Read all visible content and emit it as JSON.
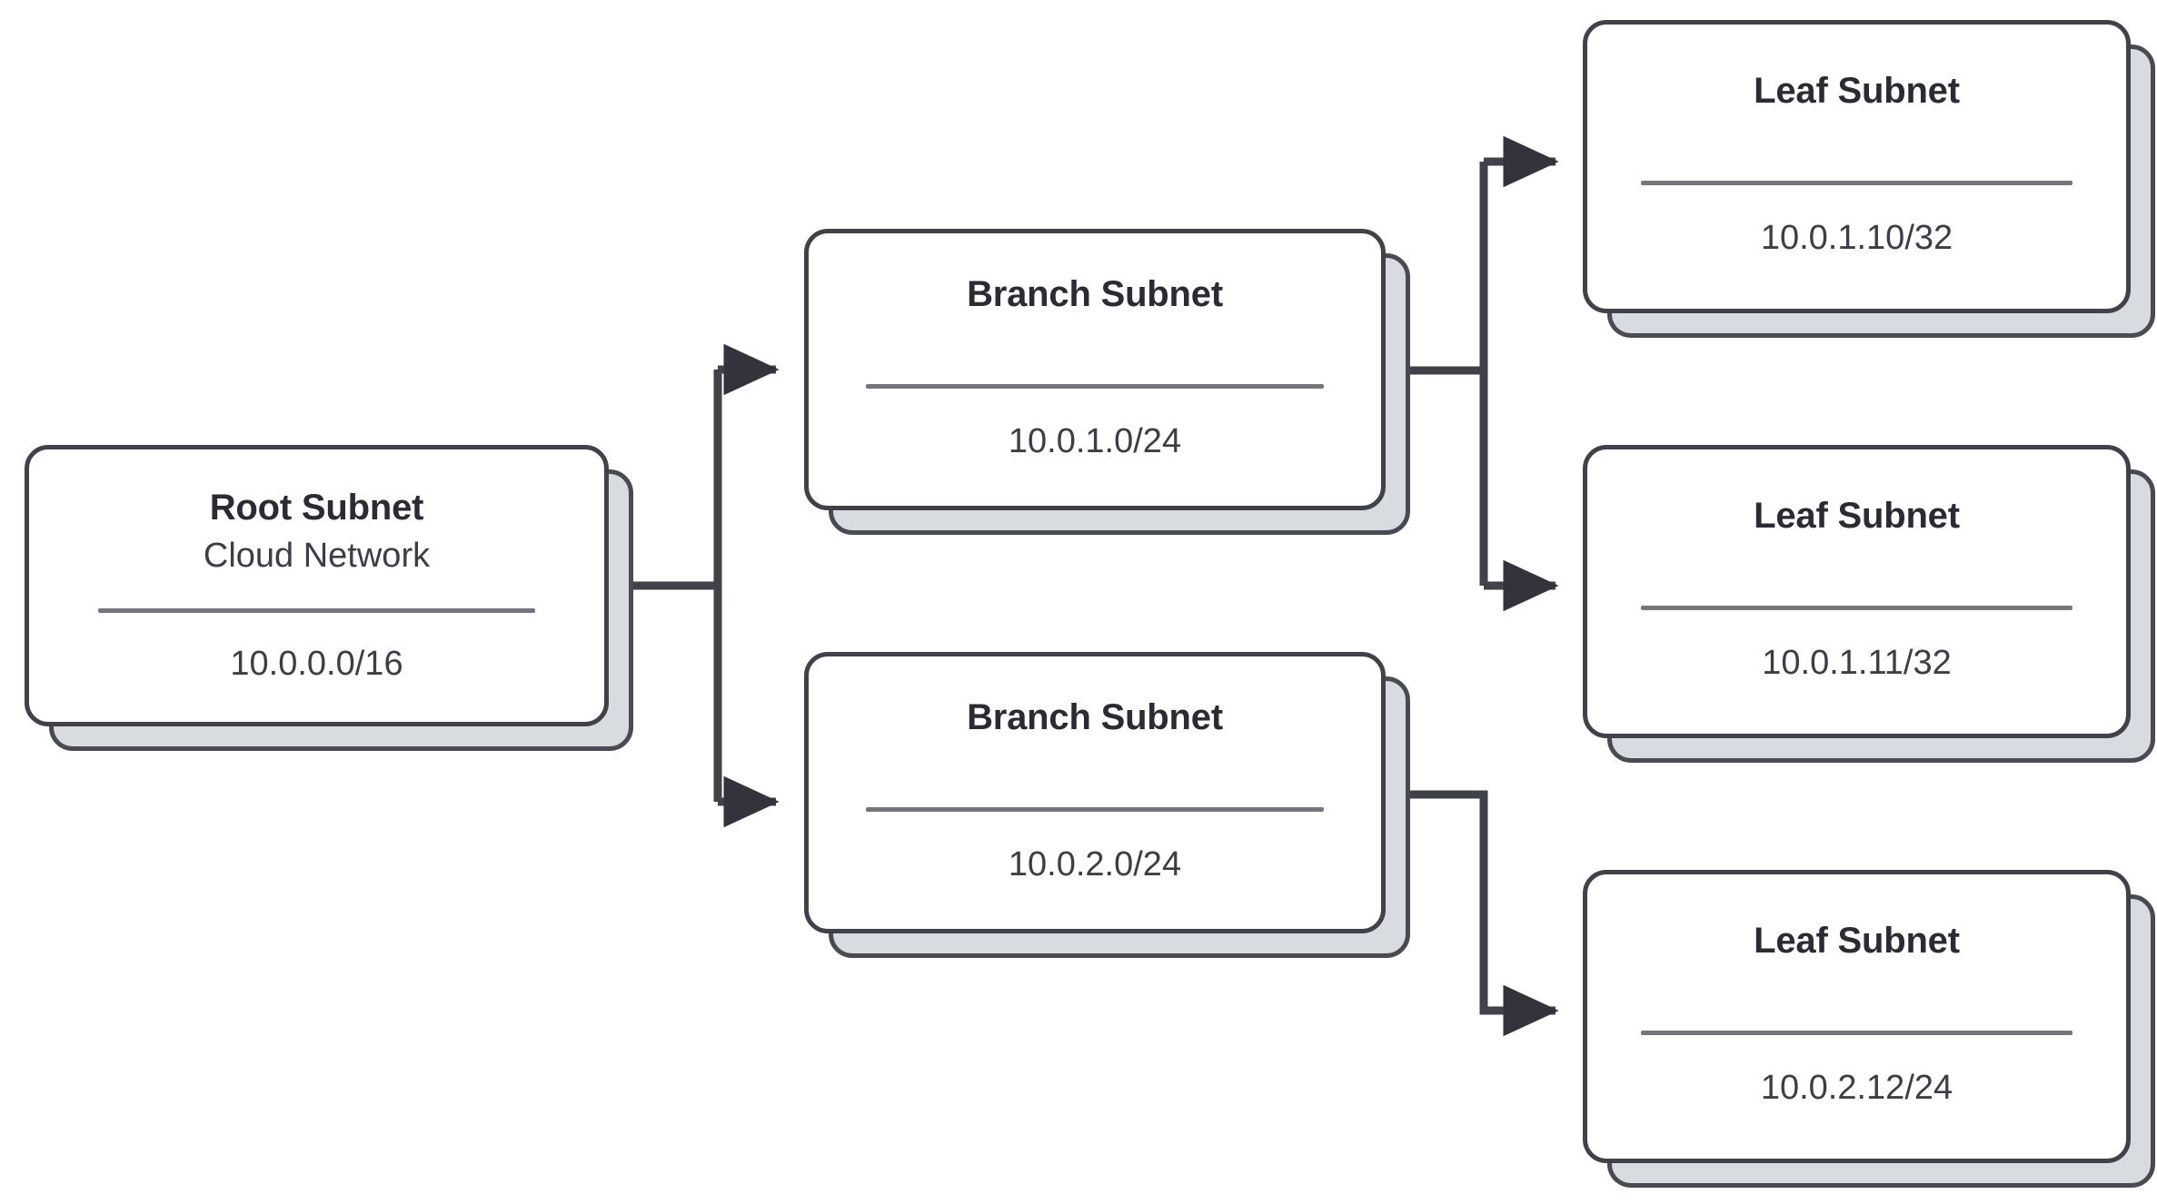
{
  "diagram": {
    "type": "subnet-hierarchy-tree",
    "orientation": "left-to-right",
    "background_color": "#ffffff",
    "colors": {
      "card_face": "#ffffff",
      "card_border": "#41414a",
      "card_shadow_fill": "#d8dbe0",
      "card_shadow_border": "#4a4a52",
      "divider": "#75757d",
      "title_text": "#2b2b33",
      "body_text": "#3d3d45",
      "connector": "#41414a"
    }
  },
  "nodes": {
    "root": {
      "title": "Root Subnet",
      "subtitle": "Cloud Network",
      "cidr": "10.0.0.0/16"
    },
    "branches": [
      {
        "title": "Branch Subnet",
        "cidr": "10.0.1.0/24"
      },
      {
        "title": "Branch Subnet",
        "cidr": "10.0.2.0/24"
      }
    ],
    "leaves": [
      {
        "title": "Leaf Subnet",
        "cidr": "10.0.1.10/32"
      },
      {
        "title": "Leaf Subnet",
        "cidr": "10.0.1.11/32"
      },
      {
        "title": "Leaf Subnet",
        "cidr": "10.0.2.12/24"
      }
    ]
  },
  "edges": [
    {
      "from": "root",
      "to": "branch-1"
    },
    {
      "from": "root",
      "to": "branch-2"
    },
    {
      "from": "branch-1",
      "to": "leaf-1"
    },
    {
      "from": "branch-1",
      "to": "leaf-2"
    },
    {
      "from": "branch-2",
      "to": "leaf-3"
    }
  ]
}
